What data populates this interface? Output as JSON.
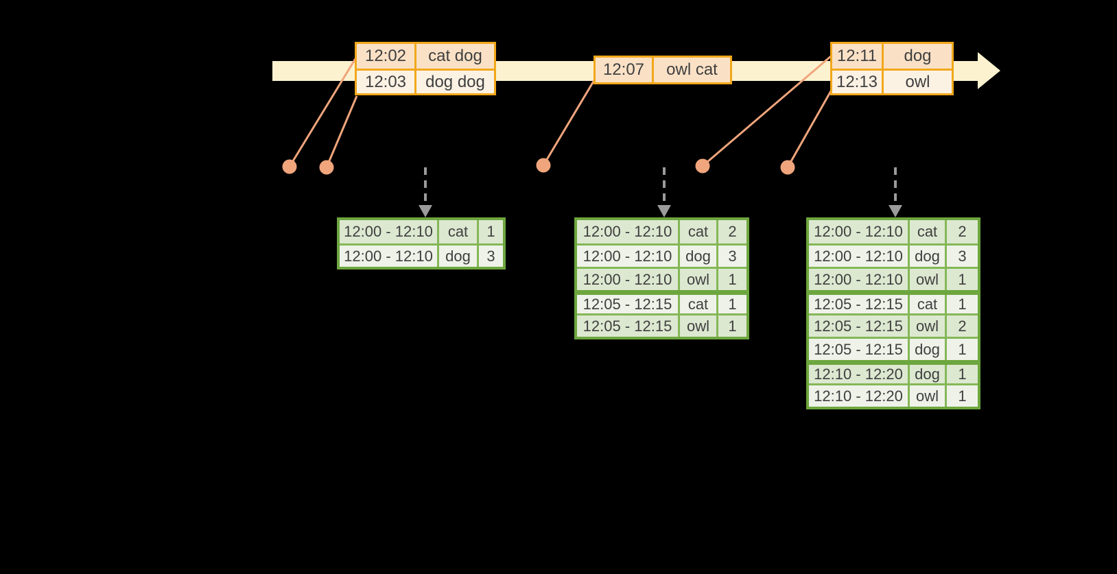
{
  "colors": {
    "background": "#000000",
    "timeline_fill": "#FCF2CF",
    "event_border": "#F2A71B",
    "event_fill_dark": "#FAE1C6",
    "event_fill_light": "#FCF2E4",
    "marker": "#F0A57C",
    "trigger_arrow": "#9B9B9B",
    "result_border": "#6DA63E",
    "result_grid": "#84B756",
    "result_fill_dark": "#DDE8D1",
    "result_fill_light": "#EFF2E9",
    "text": "#3F3F3F"
  },
  "icons": {
    "timeline_arrow": "right-arrow",
    "trigger_arrow": "dashed-down-arrow",
    "event_marker": "dot"
  },
  "event_tables": [
    {
      "rows": [
        {
          "time": "12:02",
          "words": "cat dog"
        },
        {
          "time": "12:03",
          "words": "dog dog"
        }
      ]
    },
    {
      "rows": [
        {
          "time": "12:07",
          "words": "owl cat"
        }
      ]
    },
    {
      "rows": [
        {
          "time": "12:11",
          "words": "dog"
        },
        {
          "time": "12:13",
          "words": "owl"
        }
      ]
    }
  ],
  "result_tables": [
    {
      "rows": [
        {
          "window": "12:00 - 12:10",
          "word": "cat",
          "count": "1"
        },
        {
          "window": "12:00 - 12:10",
          "word": "dog",
          "count": "3"
        }
      ]
    },
    {
      "rows": [
        {
          "window": "12:00 - 12:10",
          "word": "cat",
          "count": "2"
        },
        {
          "window": "12:00 - 12:10",
          "word": "dog",
          "count": "3"
        },
        {
          "window": "12:00 - 12:10",
          "word": "owl",
          "count": "1"
        },
        {
          "window": "12:05 - 12:15",
          "word": "cat",
          "count": "1",
          "group_start": true
        },
        {
          "window": "12:05 - 12:15",
          "word": "owl",
          "count": "1"
        }
      ]
    },
    {
      "rows": [
        {
          "window": "12:00 - 12:10",
          "word": "cat",
          "count": "2"
        },
        {
          "window": "12:00 - 12:10",
          "word": "dog",
          "count": "3"
        },
        {
          "window": "12:00 - 12:10",
          "word": "owl",
          "count": "1"
        },
        {
          "window": "12:05 - 12:15",
          "word": "cat",
          "count": "1",
          "group_start": true
        },
        {
          "window": "12:05 - 12:15",
          "word": "owl",
          "count": "2"
        },
        {
          "window": "12:05 - 12:15",
          "word": "dog",
          "count": "1"
        },
        {
          "window": "12:10 - 12:20",
          "word": "dog",
          "count": "1",
          "group_start": true
        },
        {
          "window": "12:10 - 12:20",
          "word": "owl",
          "count": "1"
        }
      ]
    }
  ]
}
